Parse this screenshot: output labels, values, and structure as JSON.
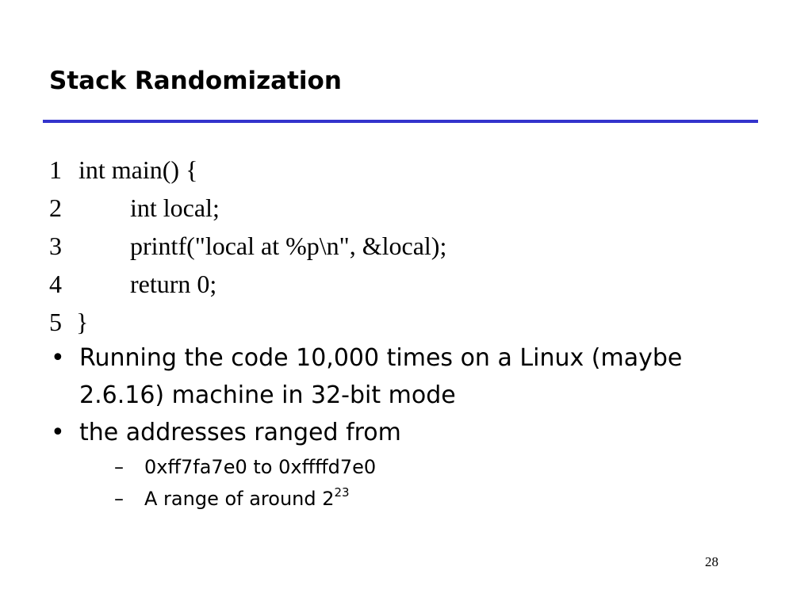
{
  "slide": {
    "title": "Stack Randomization",
    "rule_color": "#3333cc",
    "code_lines": [
      {
        "num": "1",
        "text": "int main() {"
      },
      {
        "num": "2",
        "text": "int local;"
      },
      {
        "num": "3",
        "text": "printf(\"local at %p\\n\", &local);"
      },
      {
        "num": "4",
        "text": "return 0;"
      },
      {
        "num": "5",
        "text": "}"
      }
    ],
    "bullets": [
      {
        "mark": "•",
        "text": "Running the code 10,000 times on a Linux (maybe 2.6.16) machine in 32-bit mode"
      },
      {
        "mark": "•",
        "text": "the addresses ranged from"
      }
    ],
    "sub_bullets": [
      {
        "mark": "–",
        "text": "0xff7fa7e0 to 0xffffd7e0"
      },
      {
        "mark": "–",
        "text": "A range of around 2",
        "sup": "23"
      }
    ],
    "page_number": "28"
  }
}
